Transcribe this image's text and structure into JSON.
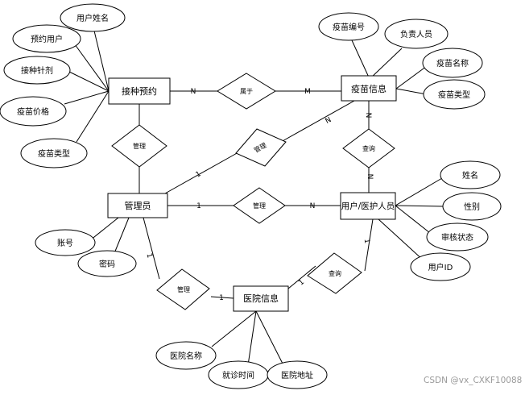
{
  "entities": {
    "appointment": "接种预约",
    "vaccine": "疫苗信息",
    "admin": "管理员",
    "user": "用户/医护人员",
    "hospital": "医院信息"
  },
  "relationships": {
    "belongs": "属于",
    "manage_appointment": "管理",
    "manage_vaccine": "管理",
    "manage_user": "管理",
    "query_vaccine": "查询",
    "query_hospital": "查询",
    "manage_hospital": "管理"
  },
  "attributes": {
    "appointment": [
      "用户姓名",
      "预约用户",
      "接种针剂",
      "疫苗价格",
      "疫苗类型"
    ],
    "vaccine": [
      "疫苗编号",
      "负责人员",
      "疫苗名称",
      "疫苗类型"
    ],
    "admin": [
      "账号",
      "密码"
    ],
    "user": [
      "姓名",
      "性别",
      "审核状态",
      "用户ID"
    ],
    "hospital": [
      "医院名称",
      "就诊时间",
      "医院地址"
    ]
  },
  "cardinalities": {
    "appointment_belongs": "N",
    "vaccine_belongs": "M",
    "vaccine_manage": "N",
    "admin_manage_vaccine": "1",
    "admin_manage_user": "1",
    "user_manage": "N",
    "vaccine_query": "N",
    "user_query_vaccine": "N",
    "admin_manage_hospital": "1",
    "hospital_manage": "1",
    "user_query_hospital": "1",
    "hospital_query": "1"
  },
  "watermark": "CSDN @vx_CXKF10088"
}
